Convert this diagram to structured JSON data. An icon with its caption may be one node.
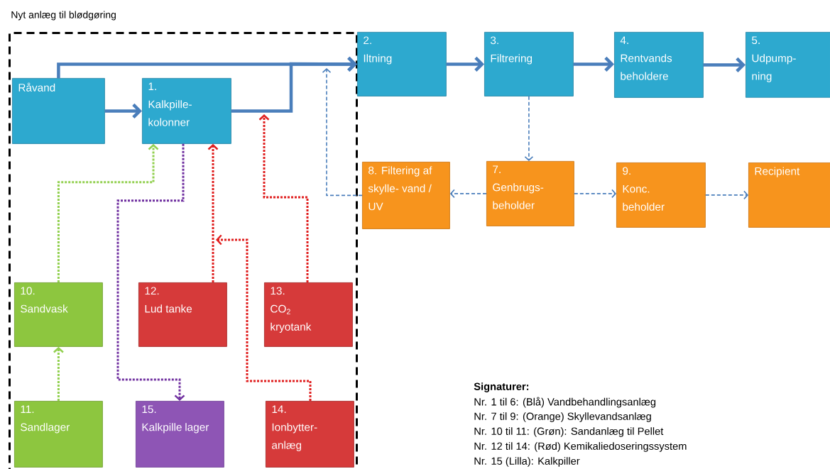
{
  "diagram": {
    "nodes": [
      {
        "text": [
          "Nyt anlæg til blødgøring"
        ]
      },
      {
        "text": [
          "Råvand"
        ],
        "in": 0
      },
      {
        "text": [
          "1.",
          "Kalkpille- kolonner"
        ],
        "in": 0
      },
      {
        "text": [
          "2.",
          "Iltning"
        ]
      },
      {
        "text": [
          "3.",
          "Filtrering"
        ]
      },
      {
        "text": [
          "4.",
          "Rentvands beholdere"
        ]
      },
      {
        "text": [
          "5.",
          "Udpump- ning"
        ]
      },
      {
        "text": [
          "8. Filtering af skylle- vand / UV"
        ]
      },
      {
        "text": [
          "7.",
          "Genbrugs- beholder"
        ]
      },
      {
        "text": [
          "9.",
          "Konc. beholder"
        ]
      },
      {
        "text": [
          "Recipient"
        ]
      },
      {
        "text": [
          "10.",
          "Sandvask"
        ],
        "in": 0
      },
      {
        "text": [
          "12.",
          "Lud tanke"
        ],
        "in": 0
      },
      {
        "text": [
          "13.",
          "CO$_{2}$ kryotank"
        ],
        "in": 0
      },
      {
        "text": [
          "11.",
          "Sandlager"
        ],
        "in": 0
      },
      {
        "text": [
          "15.",
          "Kalkpille lager"
        ],
        "in": 0
      },
      {
        "text": [
          "14.",
          "Ionbytter- anlæg"
        ],
        "in": 0
      }
    ],
    "edges": [
      {
        "from": 1,
        "to": 3,
        "arrow": "to"
      },
      {
        "from": 1,
        "to": 2,
        "arrow": "to"
      },
      {
        "from": 2,
        "to": 3,
        "arrow": "to"
      },
      {
        "from": 3,
        "to": 4,
        "arrow": "to"
      },
      {
        "from": 4,
        "to": 5,
        "arrow": "to"
      },
      {
        "from": 5,
        "to": 6,
        "arrow": "to"
      },
      {
        "from": 4,
        "to": 8,
        "arrow": "to",
        "style": "dashed"
      },
      {
        "from": 8,
        "to": 7,
        "arrow": "to",
        "style": "dashed"
      },
      {
        "from": 7,
        "to": null,
        "arrow": "to",
        "style": "dashed"
      },
      {
        "from": 8,
        "to": 9,
        "arrow": "to",
        "style": "dashed"
      },
      {
        "from": 9,
        "to": 10,
        "arrow": "to",
        "style": "dashed"
      },
      {
        "from": 11,
        "to": 2,
        "arrow": "to",
        "style": "dashed",
        "color": "#92d050"
      },
      {
        "from": 14,
        "to": 11,
        "arrow": "to",
        "style": "dashed",
        "color": "#92d050"
      },
      {
        "from": 2,
        "to": 15,
        "arrow": "to",
        "style": "dashed",
        "color": "#7030a0"
      },
      {
        "from": 12,
        "to": 2,
        "arrow": "to",
        "style": "dashed",
        "color": "#e02020"
      },
      {
        "from": 13,
        "to": null,
        "arrow": "to",
        "style": "dashed",
        "color": "#e02020"
      },
      {
        "from": 16,
        "to": null,
        "arrow": "to",
        "style": "dashed",
        "color": "#e02020"
      }
    ],
    "labels": [
      "Signaturer:",
      "Nr. 1 til 6: (Blå) Vandbehandlingsanlæg",
      "Nr. 7 til 9: (Orange) Skyllevandsanlæg",
      "Nr. 10 til 11: (Grøn): Sandanlæg til Pellet",
      "Nr. 12 til 14: (Rød) Kemikaliedoseringssystem",
      "Nr. 15 (Lilla): Kalkpiller"
    ]
  }
}
